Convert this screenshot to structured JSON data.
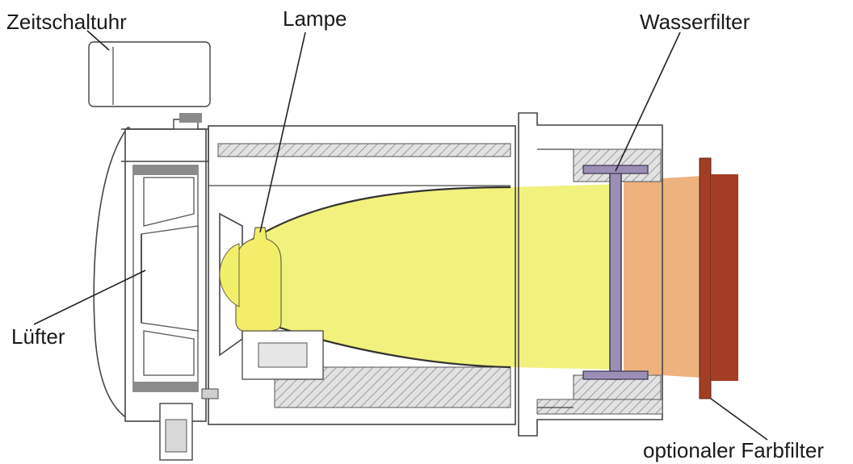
{
  "labels": {
    "timer": "Zeitschaltuhr",
    "lamp": "Lampe",
    "water_filter": "Wasserfilter",
    "fan": "Lüfter",
    "color_filter": "optionaler Farbfilter"
  },
  "colors": {
    "outline": "#444444",
    "light_beam": "#eeee66",
    "bulb": "#f3ee6a",
    "filtered_light": "#eeb27e",
    "color_filter": "#a33e25",
    "water_filter": "#9c8fb5",
    "hatch": "#8a8a8a"
  }
}
